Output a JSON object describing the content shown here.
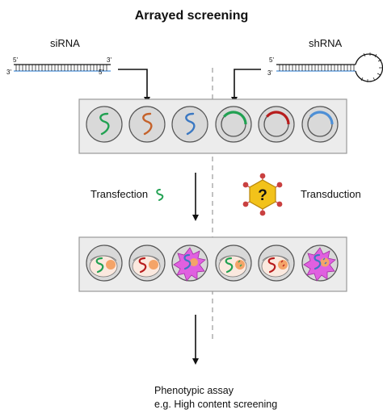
{
  "diagram": {
    "title": "Arrayed screening",
    "sirna": {
      "label": "siRNA",
      "end_5_top": "5'",
      "end_3_top": "3'",
      "end_3_bottom": "3'",
      "end_5_bottom": "5'"
    },
    "shrna": {
      "label": "shRNA",
      "end_5": "5'",
      "end_3": "3'"
    },
    "transfection_label": "Transfection",
    "transduction_label": "Transduction",
    "virus_symbol": "?",
    "assay": {
      "line1": "Phenotypic assay",
      "line2": "e.g. High content screening"
    },
    "colors": {
      "strand_green": "#21a152",
      "strand_orange": "#c5622a",
      "strand_blue": "#3b78c2",
      "shrna_red": "#b71c1c",
      "shrna_blue": "#4d8fd6",
      "nucleus": "#f4a468",
      "cell": "#fbe9df",
      "dead_cell": "#e060e0",
      "virus_fill": "#f2c21a",
      "virus_spike": "#c94040",
      "virus_stroke": "#b8860b",
      "well_fill": "#d9d9d9",
      "plate_fill": "#ececec",
      "arrow": "#111111"
    }
  }
}
